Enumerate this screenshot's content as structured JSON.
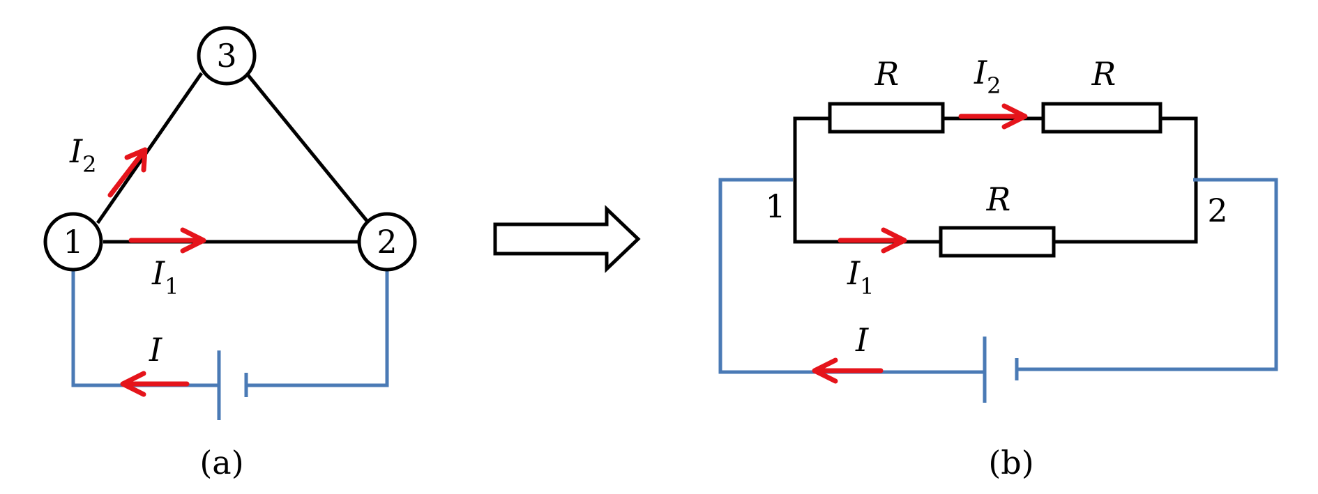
{
  "colors": {
    "wire": "#000000",
    "source_wire": "#4a7ab5",
    "current_arrow": "#e5141b"
  },
  "panel_a": {
    "caption": "(a)",
    "node_1": "1",
    "node_2": "2",
    "node_3": "3",
    "current_i2": {
      "symbol": "I",
      "subscript": "2"
    },
    "current_i1": {
      "symbol": "I",
      "subscript": "1"
    },
    "current_i": {
      "symbol": "I"
    }
  },
  "transform_arrow": "right-arrow-icon",
  "panel_b": {
    "caption": "(b)",
    "node_1": "1",
    "node_2": "2",
    "resistor_top_left": "R",
    "resistor_top_right": "R",
    "resistor_bottom": "R",
    "current_i2": {
      "symbol": "I",
      "subscript": "2"
    },
    "current_i1": {
      "symbol": "I",
      "subscript": "1"
    },
    "current_i": {
      "symbol": "I"
    }
  }
}
